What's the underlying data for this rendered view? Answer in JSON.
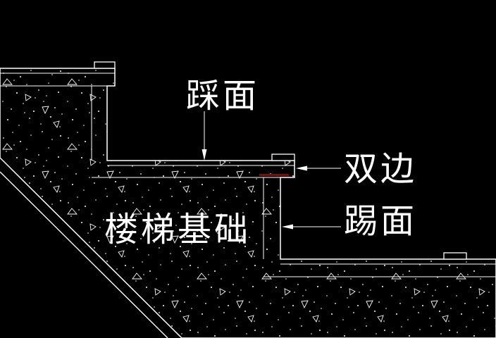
{
  "drawing": {
    "type": "cad-stair-section-detail",
    "colors": {
      "background": "#000000",
      "line": "#ffffff",
      "accent_red": "#7e0d0d"
    },
    "labels": {
      "tread": "踩面",
      "double_edge": "双边",
      "riser": "踢面",
      "foundation": "楼梯基础"
    },
    "callouts": [
      {
        "label": "踩面",
        "arrow_direction": "down",
        "points_to": "tread-surface-step2"
      },
      {
        "label": "双边",
        "arrow_direction": "left",
        "points_to": "nosing-trim-step2"
      },
      {
        "label": "踢面",
        "arrow_direction": "left",
        "points_to": "riser-face-step2"
      }
    ],
    "texture": "concrete-speckle-hatch"
  }
}
